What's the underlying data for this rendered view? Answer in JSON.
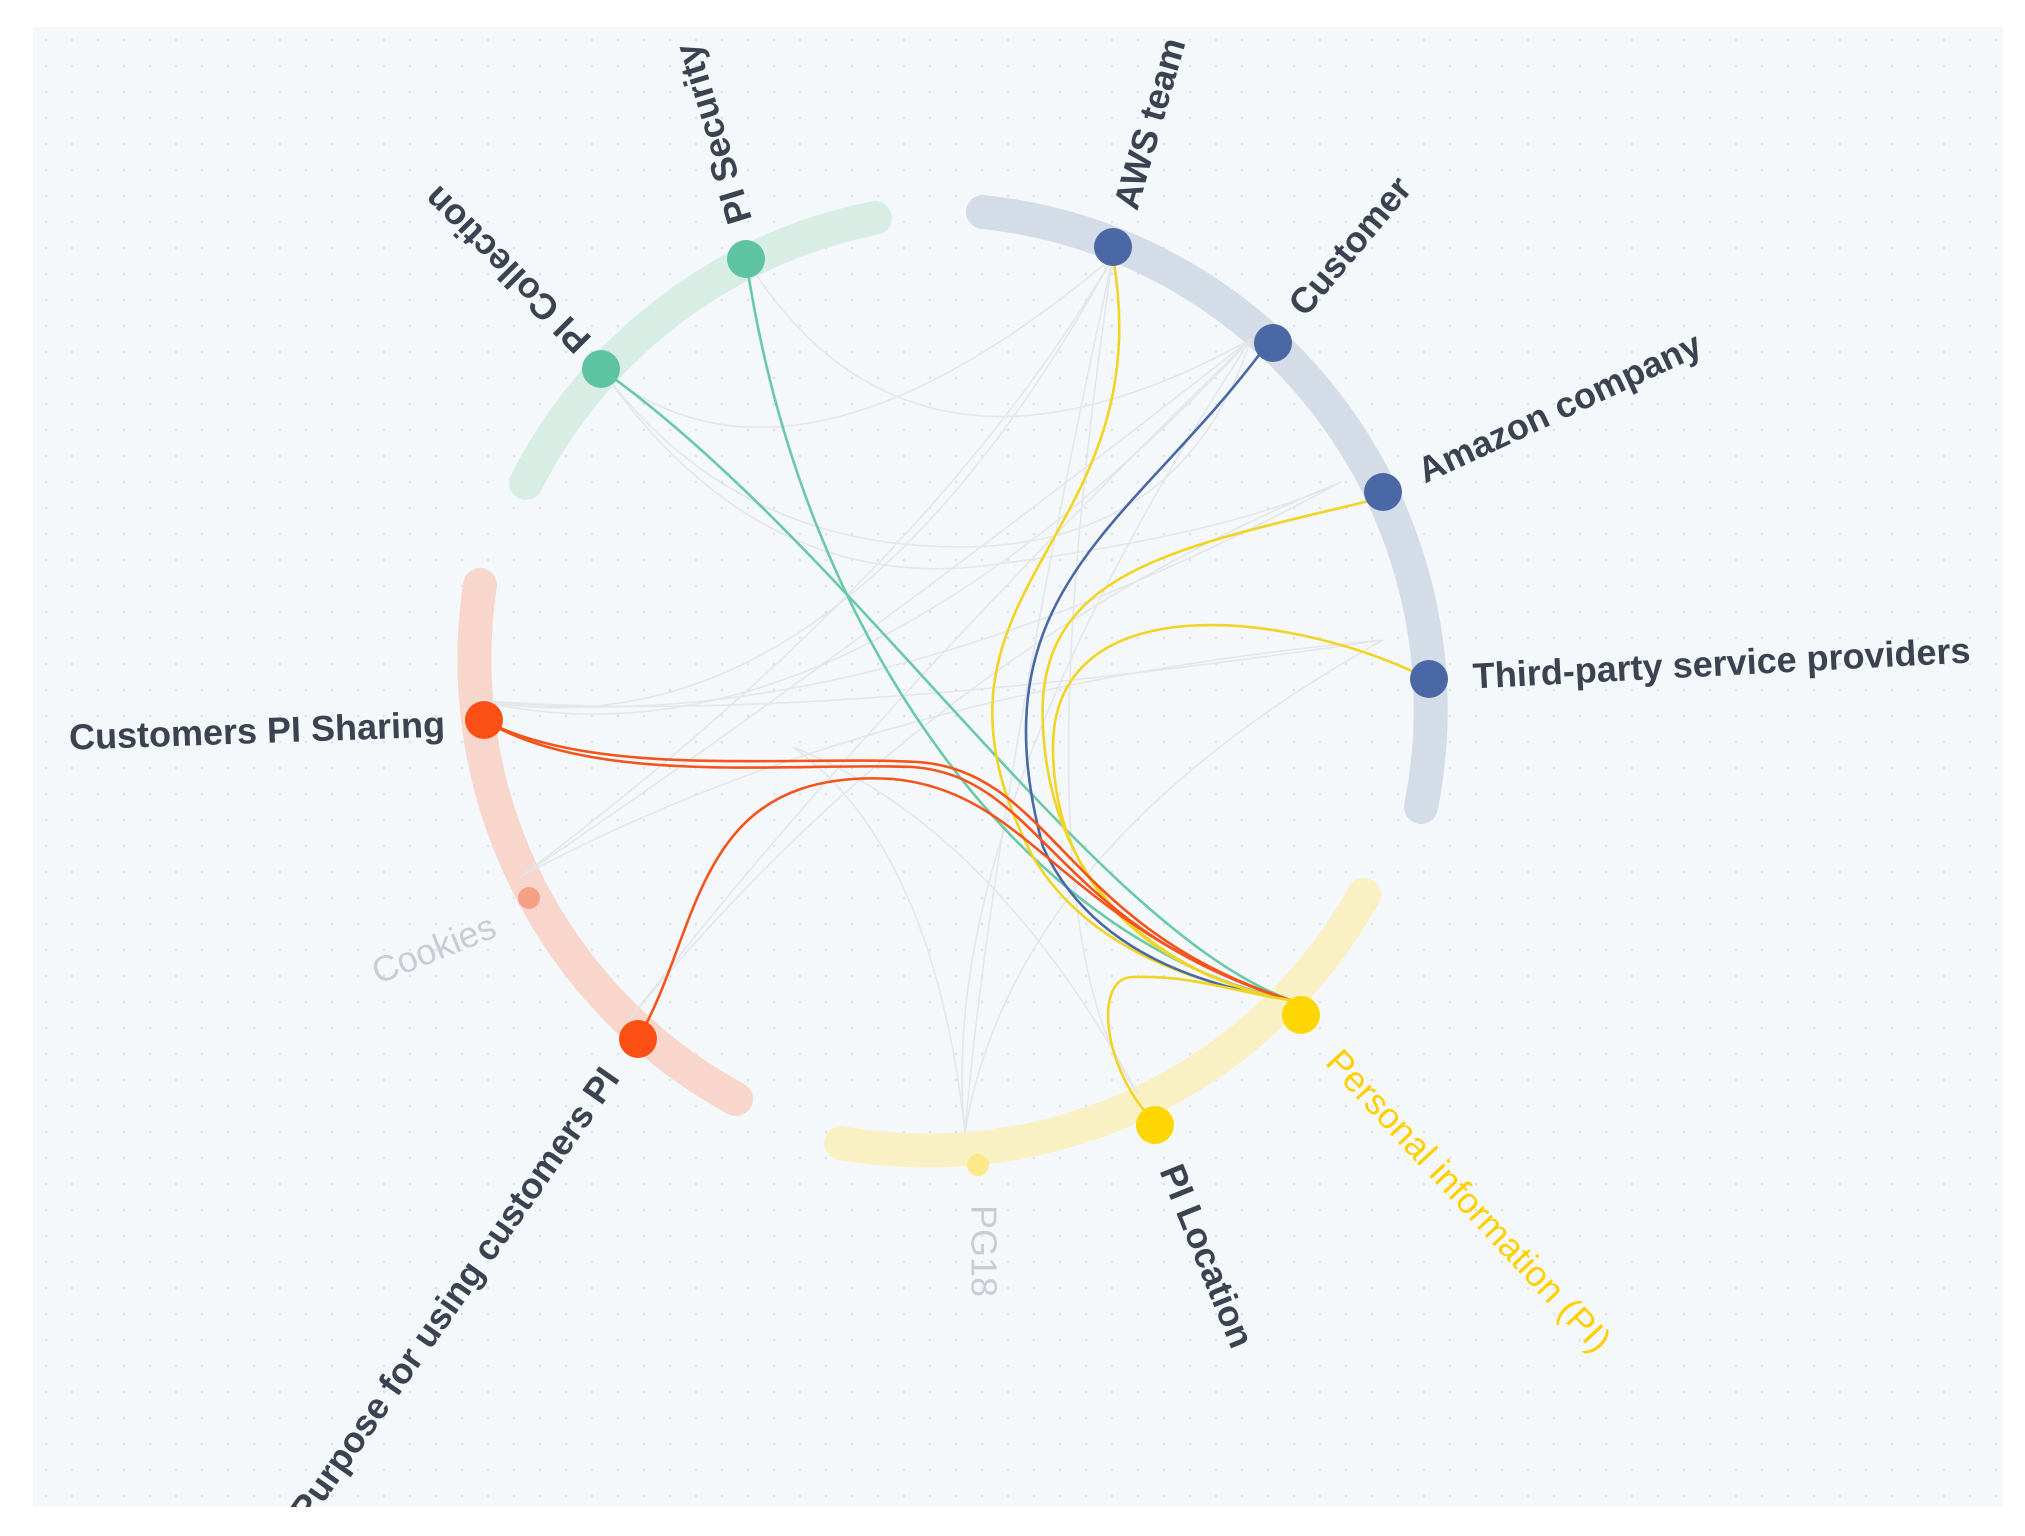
{
  "colors": {
    "green_arc": "#d5ede3",
    "green_node": "#5dc3a0",
    "blue_arc": "#d3dbe8",
    "blue_node": "#4a68a5",
    "red_arc": "#f7d3c8",
    "red_node": "#fc4f16",
    "red_faded": "#f5a085",
    "yellow_arc": "#f8ef c0",
    "yellow_node": "#fed602",
    "label_dark": "#3b4250",
    "label_faded": "#c8cdd3",
    "label_yellow": "#ffd000",
    "faint_link": "#e4e6ea"
  },
  "nodes": [
    {
      "id": "pi-collection",
      "label": "PI Collection",
      "group": "green"
    },
    {
      "id": "pi-security",
      "label": "PI Security",
      "group": "green"
    },
    {
      "id": "aws-team",
      "label": "AWS team",
      "group": "blue"
    },
    {
      "id": "customer",
      "label": "Customer",
      "group": "blue"
    },
    {
      "id": "amazon-company",
      "label": "Amazon company",
      "group": "blue"
    },
    {
      "id": "third-party",
      "label": "Third-party service providers",
      "group": "blue"
    },
    {
      "id": "customers-pi-sharing",
      "label": "Customers PI Sharing",
      "group": "red"
    },
    {
      "id": "cookies",
      "label": "Cookies",
      "group": "red",
      "faded": true
    },
    {
      "id": "purpose",
      "label": "Purpose for using customers PI",
      "group": "red"
    },
    {
      "id": "pg18",
      "label": "PG18",
      "group": "yellow",
      "faded": true
    },
    {
      "id": "pi-location",
      "label": "PI Location",
      "group": "yellow"
    },
    {
      "id": "personal-info",
      "label": "Personal information (PI)",
      "group": "yellow",
      "highlight": true
    }
  ],
  "links": [
    {
      "from": "pi-collection",
      "to": "personal-info",
      "color": "green"
    },
    {
      "from": "pi-security",
      "to": "personal-info",
      "color": "green"
    },
    {
      "from": "aws-team",
      "to": "personal-info",
      "color": "yellow"
    },
    {
      "from": "customer",
      "to": "personal-info",
      "color": "blue"
    },
    {
      "from": "amazon-company",
      "to": "personal-info",
      "color": "yellow"
    },
    {
      "from": "third-party",
      "to": "personal-info",
      "color": "yellow"
    },
    {
      "from": "customers-pi-sharing",
      "to": "personal-info",
      "color": "red"
    },
    {
      "from": "purpose",
      "to": "personal-info",
      "color": "red"
    },
    {
      "from": "pi-location",
      "to": "personal-info",
      "color": "yellow"
    }
  ]
}
